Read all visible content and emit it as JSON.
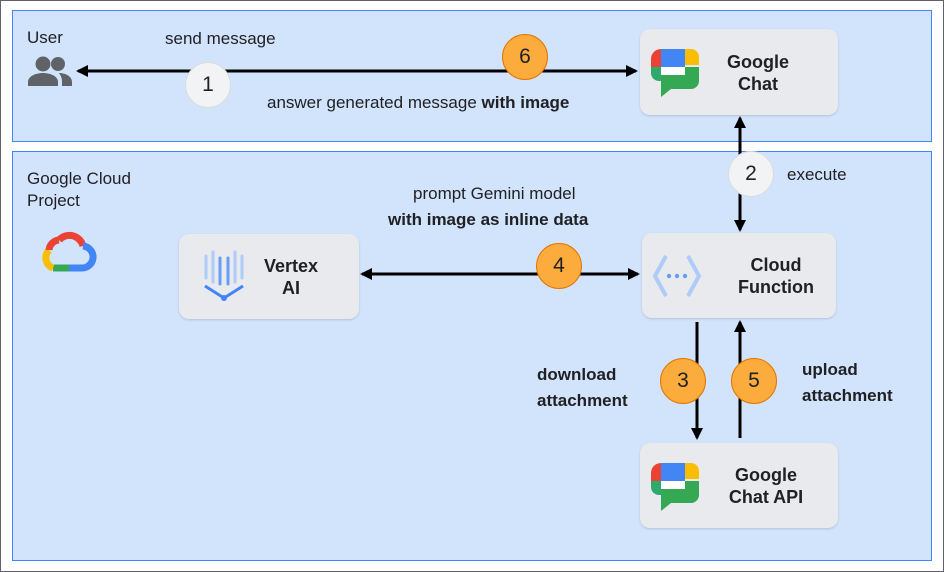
{
  "user_zone": {
    "label": "User"
  },
  "cloud_zone": {
    "label": "Google Cloud\nProject"
  },
  "nodes": {
    "google_chat": {
      "title": "Google\nChat",
      "icon": "google-chat-icon"
    },
    "cloud_function": {
      "title": "Cloud\nFunction",
      "icon": "cloud-functions-icon"
    },
    "vertex_ai": {
      "title": "Vertex\nAI",
      "icon": "vertex-ai-icon"
    },
    "chat_api": {
      "title": "Google\nChat API",
      "icon": "google-chat-icon"
    }
  },
  "edges": {
    "send_message": "send message",
    "answer_prefix": "answer generated message ",
    "answer_bold": "with image",
    "execute": "execute",
    "prompt_line1": "prompt Gemini model",
    "prompt_line2": "with image as inline data",
    "download": "download\nattachment",
    "upload": "upload\nattachment"
  },
  "steps": [
    "1",
    "2",
    "3",
    "4",
    "5",
    "6"
  ],
  "colors": {
    "panel_fill": "#d2e3fc",
    "panel_border": "#4285f4",
    "node_fill": "#e8eaed",
    "highlight_step": "#fbac3c",
    "plain_step": "#f1f3f4"
  }
}
